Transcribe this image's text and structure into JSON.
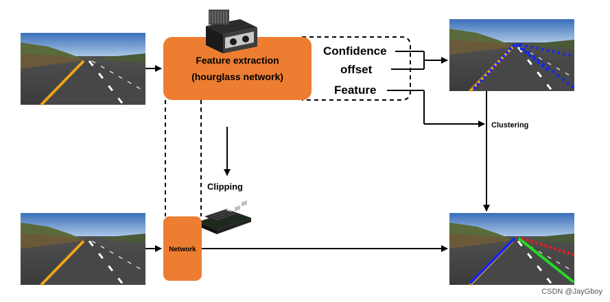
{
  "blocks": {
    "feature_extraction": {
      "line1": "Feature extraction",
      "line2": "(hourglass network)"
    },
    "network": "Network"
  },
  "outputs": {
    "confidence": "Confidence",
    "offset": "offset",
    "feature": "Feature"
  },
  "steps": {
    "clipping": "Clipping",
    "clustering": "Clustering"
  },
  "watermark": "CSDN @JayGboy",
  "colors": {
    "block_orange": "#ED7D31",
    "lane_blue": "#1428f0",
    "lane_green": "#22dd22",
    "lane_red": "#e02020",
    "lane_yellow": "#f2a31a"
  },
  "icons": [
    "road-image-icon",
    "gpu-card-icon",
    "jetson-board-icon"
  ]
}
